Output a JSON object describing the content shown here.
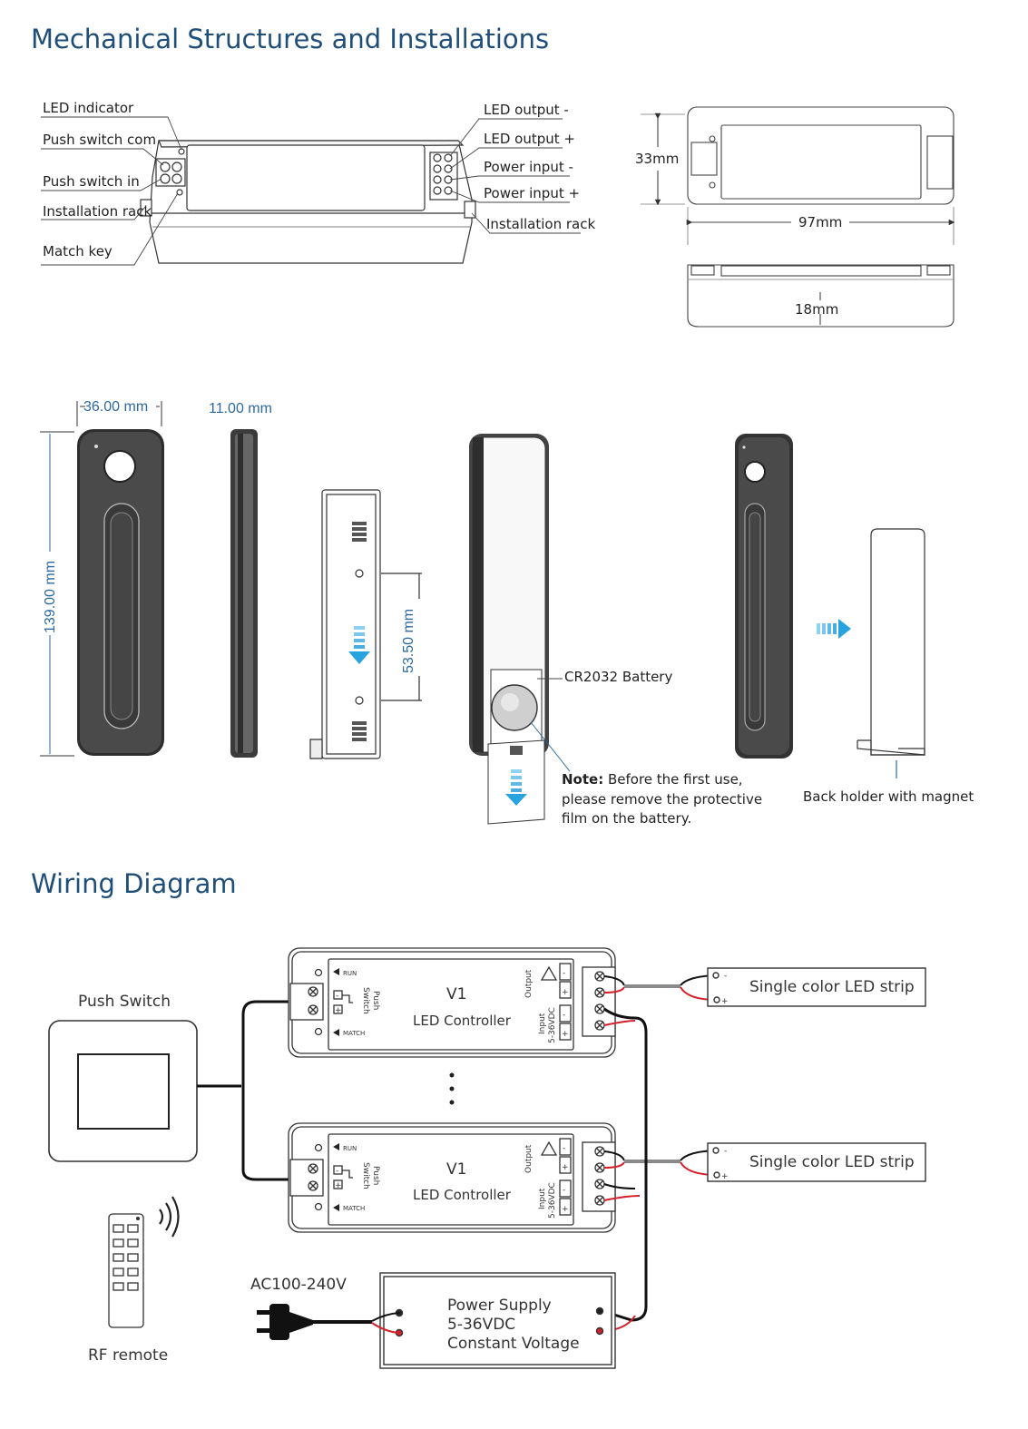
{
  "titles": {
    "mechanical": "Mechanical Structures and Installations",
    "wiring": "Wiring Diagram"
  },
  "controller_labels": {
    "led_indicator": "LED indicator",
    "push_switch_com": "Push switch com",
    "push_switch_in": "Push switch in",
    "installation_rack_left": "Installation rack",
    "match_key": "Match key",
    "led_output_minus": "LED output -",
    "led_output_plus": "LED output +",
    "power_input_minus": "Power input -",
    "power_input_plus": "Power input +",
    "installation_rack_right": "Installation rack"
  },
  "controller_dims": {
    "height": "33mm",
    "length": "97mm",
    "depth": "18mm"
  },
  "remote_dims": {
    "width": "36.00 mm",
    "thickness": "11.00 mm",
    "height": "139.00 mm",
    "hole_spacing": "53.50 mm"
  },
  "remote_labels": {
    "battery": "CR2032 Battery",
    "note_bold": "Note:",
    "note_line1": " Before the first use,",
    "note_line2": "please remove the protective",
    "note_line3": "film on the battery.",
    "back_holder": "Back holder with magnet"
  },
  "wiring": {
    "push_switch": "Push Switch",
    "rf_remote": "RF remote",
    "ac_input": "AC100-240V",
    "controller_model": "V1",
    "controller_name": "LED Controller",
    "run": "RUN",
    "match": "MATCH",
    "push": "Push",
    "switch": "Switch",
    "output": "Output",
    "input": "Input",
    "input_voltage": "5-36VDC",
    "led_strip": "Single color LED strip",
    "ps_line1": "Power Supply",
    "ps_line2": "5-36VDC",
    "ps_line3": "Constant Voltage",
    "minus": "-",
    "plus": "+"
  },
  "colors": {
    "title_blue": "#1f4e79",
    "dim_blue": "#2c6aa0",
    "arrow_blue": "#29a3df",
    "wire_red": "#d3202a",
    "wire_black": "#111111",
    "wire_grey": "#8a8a8a"
  }
}
